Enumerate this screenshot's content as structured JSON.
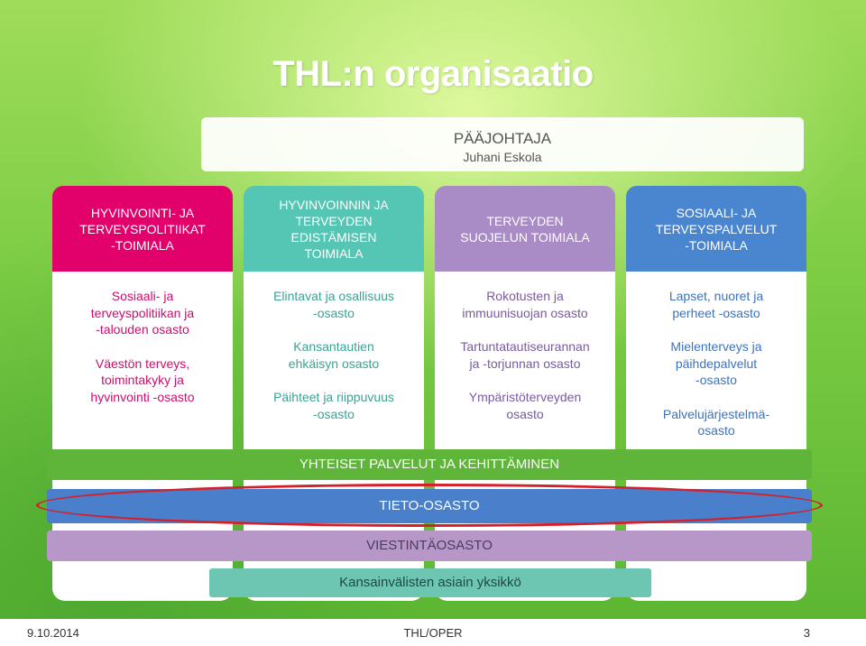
{
  "title": "THL:n organisaatio",
  "director": {
    "role": "PÄÄJOHTAJA",
    "name": "Juhani Eskola"
  },
  "columns": [
    {
      "heading": "HYVINVOINTI- JA\nTERVEYSPOLITIIKAT\n-TOIMIALA",
      "color": "#e2006b",
      "units": [
        "Sosiaali- ja\nterveyspolitiikan ja\n-talouden osasto",
        "Väestön terveys,\ntoimintakyky ja\nhyvinvointi -osasto"
      ]
    },
    {
      "heading": "HYVINVOINNIN JA\nTERVEYDEN\nEDISTÄMISEN\nTOIMIALA",
      "color": "#55c6b3",
      "units": [
        "Elintavat ja osallisuus\n-osasto",
        "Kansantautien\nehkäisyn osasto",
        "Päihteet ja riippuvuus\n-osasto"
      ]
    },
    {
      "heading": "TERVEYDEN\nSUOJELUN TOIMIALA",
      "color": "#a98bc6",
      "units": [
        "Rokotusten ja\nimmuunisuojan osasto",
        "Tartuntatautiseurannan\nja -torjunnan osasto",
        "Ympäristöterveyden\nosasto"
      ]
    },
    {
      "heading": "SOSIAALI- JA\nTERVEYSPALVELUT\n-TOIMIALA",
      "color": "#4a86cf",
      "units": [
        "Lapset, nuoret ja\nperheet -osasto",
        "Mielenterveys ja\npäihdepalvelut\n-osasto",
        "Palvelujärjestelmä-\nosasto"
      ]
    }
  ],
  "shared": {
    "services": "YHTEISET PALVELUT JA KEHITTÄMINEN",
    "tieto": "TIETO-OSASTO",
    "viestinta": "VIESTINTÄOSASTO",
    "international": "Kansainvälisten asiain yksikkö"
  },
  "highlight_color": "#d4202a",
  "footer": {
    "date": "9.10.2014",
    "org": "THL/OPER",
    "page": "3"
  }
}
